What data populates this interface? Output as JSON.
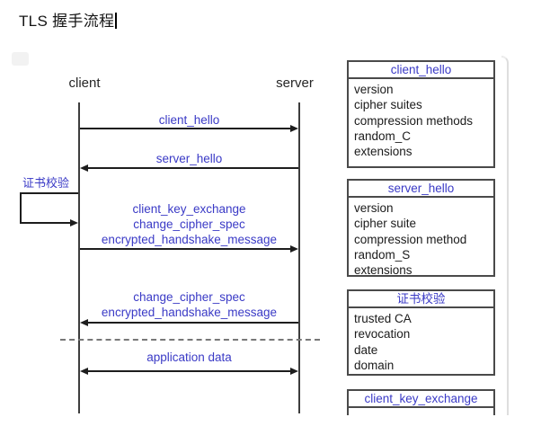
{
  "page": {
    "title": "TLS 握手流程"
  },
  "diagram": {
    "actors": [
      {
        "label": "client"
      },
      {
        "label": "server"
      }
    ],
    "messages": [
      {
        "lines": [
          "client_hello"
        ],
        "dir": "right"
      },
      {
        "lines": [
          "server_hello"
        ],
        "dir": "left"
      },
      {
        "label": "证书校验",
        "type": "self-loop-on-client"
      },
      {
        "lines": [
          "client_key_exchange",
          "change_cipher_spec",
          "encrypted_handshake_message"
        ],
        "dir": "right"
      },
      {
        "lines": [
          "change_cipher_spec",
          "encrypted_handshake_message"
        ],
        "dir": "left"
      },
      {
        "lines": [
          "application data"
        ],
        "dir": "both"
      }
    ]
  },
  "panels": [
    {
      "title": "client_hello",
      "items": [
        "version",
        "cipher suites",
        "compression methods",
        "random_C",
        "extensions"
      ]
    },
    {
      "title": "server_hello",
      "items": [
        "version",
        "cipher suite",
        "compression method",
        "random_S",
        "extensions"
      ]
    },
    {
      "title": "证书校验",
      "items": [
        "trusted CA",
        "revocation",
        "date",
        "domain"
      ]
    },
    {
      "title": "client_key_exchange",
      "items": []
    }
  ],
  "colors": {
    "accent_blue": "#3a3ac6",
    "line_black": "#1d1d1d",
    "border_gray": "#4a4a4a"
  }
}
